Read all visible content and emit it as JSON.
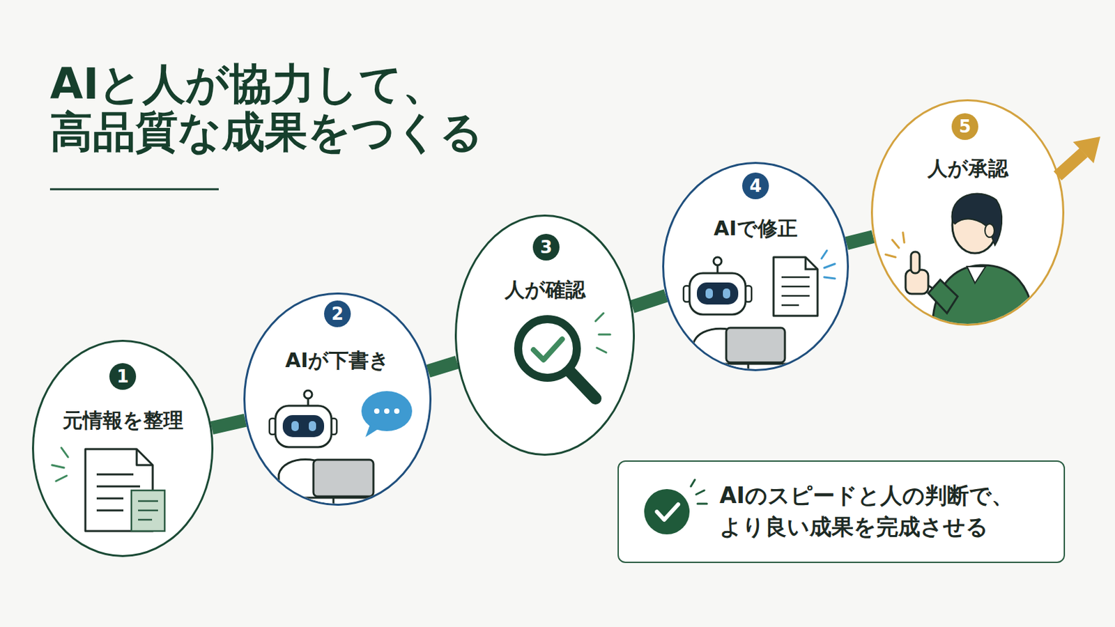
{
  "diagram": {
    "title": "AIと人が協力して、 高品質な成果をつくる",
    "nodes": [
      {
        "text": [
          "1",
          "元情報を整理"
        ]
      },
      {
        "text": [
          "2",
          "AIが下書き"
        ]
      },
      {
        "text": [
          "3",
          "人が確認"
        ]
      },
      {
        "text": [
          "4",
          "AIで修正"
        ]
      },
      {
        "text": [
          "5",
          "人が承認"
        ]
      },
      {
        "text": [
          "AIのスピードと人の判断で、 より良い成果を完成させる"
        ]
      }
    ],
    "edges": [
      {
        "from": 0,
        "to": 1,
        "arrow": "none"
      },
      {
        "from": 1,
        "to": 2,
        "arrow": "none"
      },
      {
        "from": 2,
        "to": 3,
        "arrow": "none"
      },
      {
        "from": 3,
        "to": 4,
        "arrow": "none"
      }
    ]
  }
}
